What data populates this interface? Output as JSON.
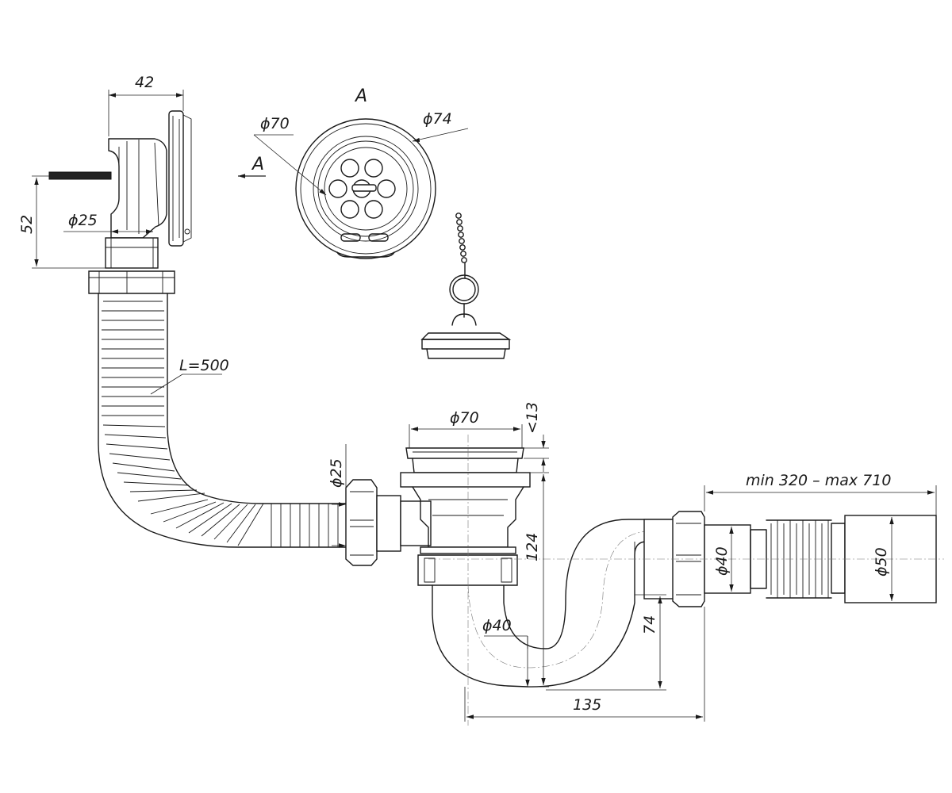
{
  "view_label": "A",
  "view_arrow_label": "A",
  "dimensions": {
    "overflow_width": "42",
    "overflow_height": "52",
    "overflow_diameter": "ϕ25",
    "grate_inner_diameter": "ϕ70",
    "grate_outer_diameter": "ϕ74",
    "hose_length": "L=500",
    "drain_diameter": "ϕ70",
    "drain_flange_height": "<13",
    "inlet_diameter": "ϕ25",
    "trap_height": "124",
    "trap_tube_diameter": "ϕ40",
    "bend_height": "74",
    "trap_width": "135",
    "outlet_inner_diameter": "ϕ40",
    "outlet_diameter": "ϕ50",
    "outlet_length": "min 320 – max 710"
  }
}
